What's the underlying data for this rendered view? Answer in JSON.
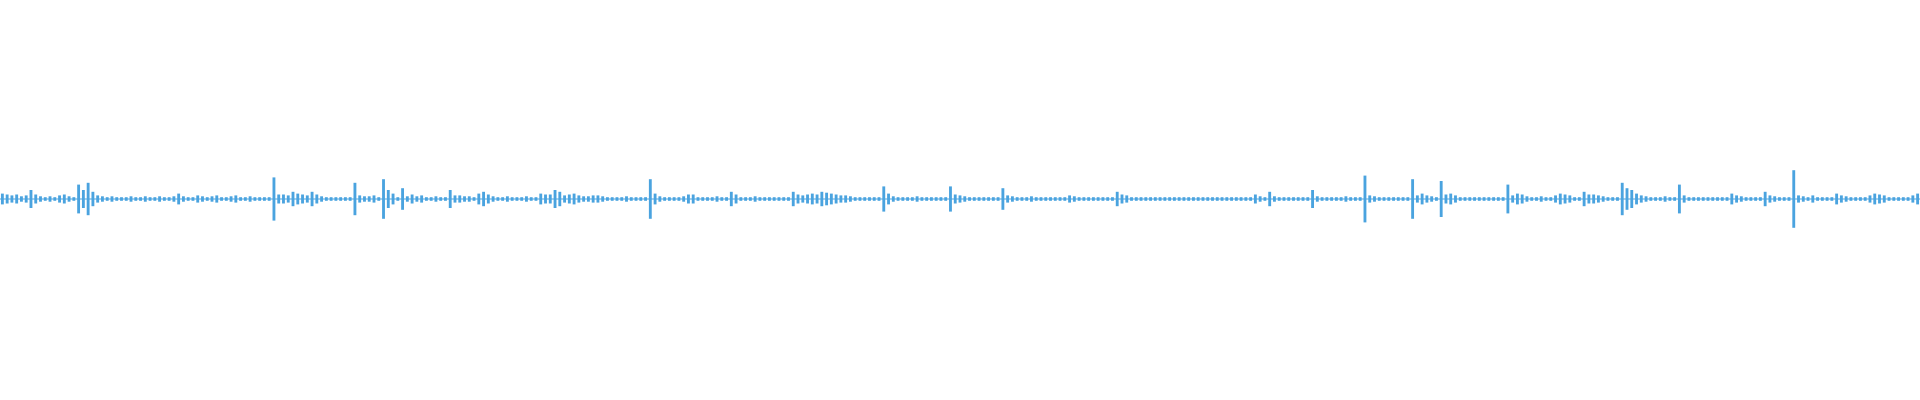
{
  "waveform": {
    "color": "#4aa3df",
    "baseline_color": "#4aa3df",
    "background": "#ffffff",
    "duration_fraction_visible": 1.0,
    "samples": [
      0.06,
      0.05,
      0.04,
      0.05,
      0.03,
      0.04,
      0.1,
      0.05,
      0.03,
      0.02,
      0.03,
      0.02,
      0.04,
      0.05,
      0.03,
      0.02,
      0.16,
      0.1,
      0.18,
      0.08,
      0.04,
      0.03,
      0.02,
      0.03,
      0.02,
      0.02,
      0.02,
      0.03,
      0.02,
      0.02,
      0.03,
      0.02,
      0.02,
      0.03,
      0.02,
      0.02,
      0.03,
      0.06,
      0.03,
      0.02,
      0.02,
      0.04,
      0.03,
      0.02,
      0.03,
      0.04,
      0.02,
      0.02,
      0.03,
      0.04,
      0.02,
      0.02,
      0.03,
      0.02,
      0.02,
      0.02,
      0.02,
      0.24,
      0.05,
      0.05,
      0.04,
      0.08,
      0.06,
      0.05,
      0.04,
      0.08,
      0.05,
      0.03,
      0.02,
      0.02,
      0.02,
      0.02,
      0.02,
      0.02,
      0.18,
      0.04,
      0.03,
      0.03,
      0.04,
      0.02,
      0.22,
      0.1,
      0.06,
      0.02,
      0.12,
      0.03,
      0.05,
      0.03,
      0.04,
      0.02,
      0.02,
      0.03,
      0.02,
      0.02,
      0.1,
      0.04,
      0.04,
      0.03,
      0.03,
      0.02,
      0.06,
      0.08,
      0.05,
      0.03,
      0.02,
      0.02,
      0.03,
      0.02,
      0.02,
      0.02,
      0.03,
      0.02,
      0.02,
      0.06,
      0.05,
      0.05,
      0.1,
      0.08,
      0.04,
      0.05,
      0.06,
      0.04,
      0.03,
      0.03,
      0.04,
      0.04,
      0.03,
      0.02,
      0.02,
      0.02,
      0.02,
      0.03,
      0.02,
      0.02,
      0.02,
      0.02,
      0.22,
      0.06,
      0.03,
      0.02,
      0.02,
      0.02,
      0.02,
      0.03,
      0.05,
      0.05,
      0.02,
      0.02,
      0.02,
      0.02,
      0.03,
      0.02,
      0.02,
      0.08,
      0.05,
      0.02,
      0.02,
      0.02,
      0.03,
      0.02,
      0.02,
      0.02,
      0.02,
      0.02,
      0.02,
      0.02,
      0.08,
      0.05,
      0.04,
      0.05,
      0.06,
      0.05,
      0.08,
      0.07,
      0.06,
      0.05,
      0.04,
      0.04,
      0.03,
      0.02,
      0.02,
      0.02,
      0.02,
      0.02,
      0.02,
      0.14,
      0.06,
      0.03,
      0.02,
      0.02,
      0.02,
      0.02,
      0.03,
      0.02,
      0.02,
      0.02,
      0.02,
      0.02,
      0.02,
      0.14,
      0.05,
      0.04,
      0.03,
      0.02,
      0.02,
      0.02,
      0.02,
      0.02,
      0.02,
      0.02,
      0.12,
      0.04,
      0.03,
      0.02,
      0.02,
      0.02,
      0.03,
      0.02,
      0.02,
      0.02,
      0.02,
      0.02,
      0.02,
      0.02,
      0.04,
      0.03,
      0.02,
      0.02,
      0.02,
      0.02,
      0.02,
      0.02,
      0.02,
      0.02,
      0.08,
      0.05,
      0.04,
      0.02,
      0.02,
      0.02,
      0.02,
      0.02,
      0.02,
      0.02,
      0.02,
      0.02,
      0.02,
      0.02,
      0.02,
      0.02,
      0.02,
      0.02,
      0.02,
      0.02,
      0.02,
      0.02,
      0.02,
      0.02,
      0.02,
      0.02,
      0.02,
      0.02,
      0.02,
      0.05,
      0.03,
      0.02,
      0.08,
      0.03,
      0.02,
      0.02,
      0.02,
      0.02,
      0.02,
      0.02,
      0.02,
      0.1,
      0.03,
      0.02,
      0.02,
      0.02,
      0.02,
      0.02,
      0.03,
      0.02,
      0.02,
      0.02,
      0.26,
      0.04,
      0.03,
      0.02,
      0.02,
      0.02,
      0.02,
      0.02,
      0.02,
      0.02,
      0.22,
      0.04,
      0.06,
      0.04,
      0.03,
      0.02,
      0.2,
      0.05,
      0.06,
      0.04,
      0.02,
      0.02,
      0.02,
      0.02,
      0.02,
      0.02,
      0.02,
      0.02,
      0.02,
      0.02,
      0.16,
      0.04,
      0.06,
      0.05,
      0.03,
      0.02,
      0.02,
      0.03,
      0.02,
      0.02,
      0.04,
      0.06,
      0.05,
      0.04,
      0.02,
      0.02,
      0.08,
      0.05,
      0.05,
      0.04,
      0.03,
      0.02,
      0.02,
      0.02,
      0.18,
      0.12,
      0.1,
      0.06,
      0.04,
      0.03,
      0.02,
      0.02,
      0.02,
      0.03,
      0.02,
      0.02,
      0.16,
      0.04,
      0.02,
      0.02,
      0.02,
      0.02,
      0.02,
      0.02,
      0.02,
      0.02,
      0.02,
      0.06,
      0.04,
      0.03,
      0.02,
      0.02,
      0.02,
      0.02,
      0.08,
      0.04,
      0.03,
      0.02,
      0.02,
      0.02,
      0.32,
      0.04,
      0.03,
      0.02,
      0.04,
      0.02,
      0.02,
      0.02,
      0.02,
      0.06,
      0.04,
      0.03,
      0.02,
      0.02,
      0.02,
      0.02,
      0.04,
      0.06,
      0.05,
      0.04,
      0.02,
      0.02,
      0.02,
      0.02,
      0.02,
      0.04,
      0.06
    ]
  }
}
